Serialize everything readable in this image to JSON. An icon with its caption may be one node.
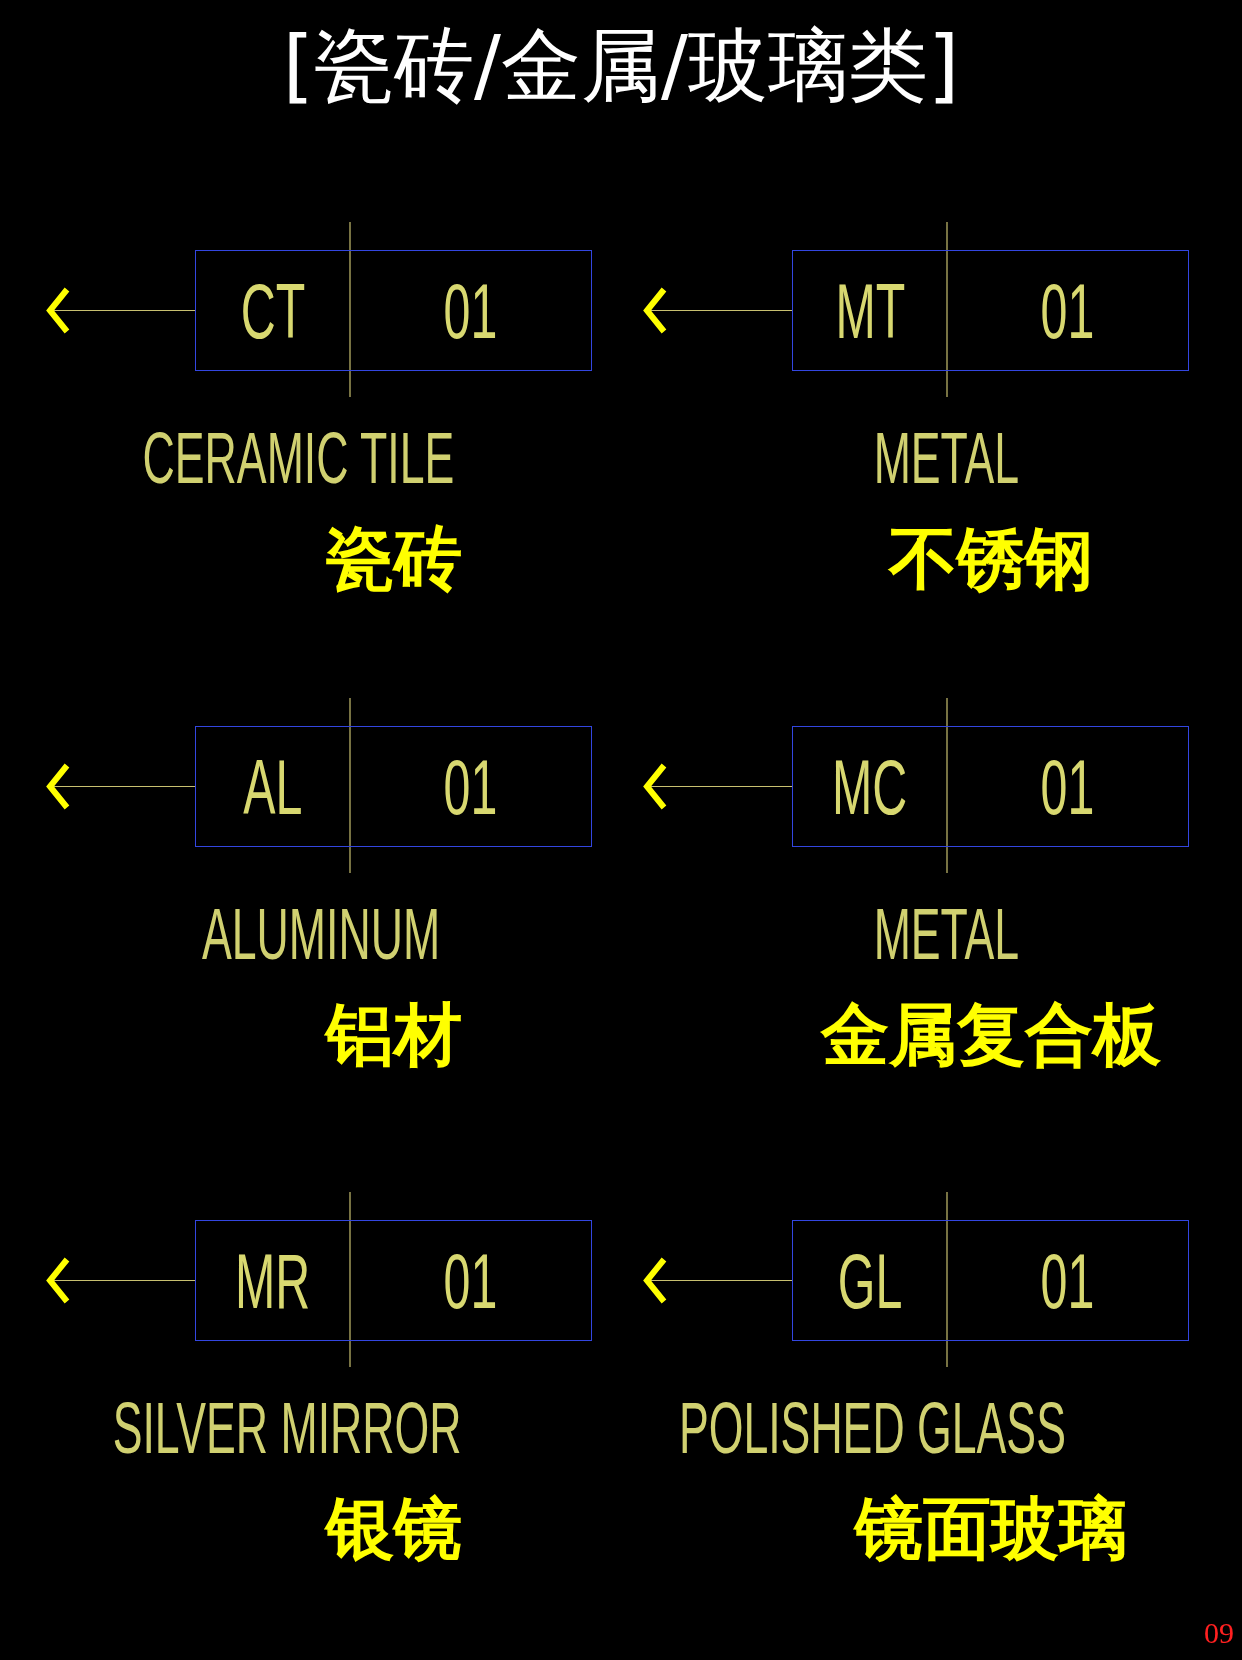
{
  "diagram": {
    "title": "[瓷砖/金属/玻璃类]",
    "nodes": [
      {
        "text": [
          "CT",
          "01"
        ],
        "beside": [
          "CERAMIC TILE",
          "瓷砖"
        ]
      },
      {
        "text": [
          "MT",
          "01"
        ],
        "beside": [
          "METAL",
          "不锈钢"
        ]
      },
      {
        "text": [
          "AL",
          "01"
        ],
        "beside": [
          "ALUMINUM",
          "铝材"
        ]
      },
      {
        "text": [
          "MC",
          "01"
        ],
        "beside": [
          "METAL",
          "金属复合板"
        ]
      },
      {
        "text": [
          "MR",
          "01"
        ],
        "beside": [
          "SILVER MIRROR",
          "银镜"
        ]
      },
      {
        "text": [
          "GL",
          "01"
        ],
        "beside": [
          "POLISHED GLASS",
          "镜面玻璃"
        ]
      }
    ],
    "edges": [
      {
        "from": 0,
        "to": null,
        "arrow": "to"
      },
      {
        "from": 1,
        "to": null,
        "arrow": "to"
      },
      {
        "from": 2,
        "to": null,
        "arrow": "to"
      },
      {
        "from": 3,
        "to": null,
        "arrow": "to"
      },
      {
        "from": 4,
        "to": null,
        "arrow": "to"
      },
      {
        "from": 5,
        "to": null,
        "arrow": "to"
      }
    ],
    "labels": [
      "09"
    ]
  }
}
